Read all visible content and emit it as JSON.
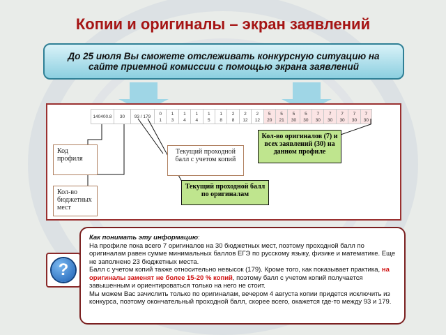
{
  "title": "Копии и оригиналы – экран заявлений",
  "info": "До 25 июля Вы сможете отслеживать конкурсную ситуацию на сайте приемной комиссии с помощью экрана заявлений",
  "strip": {
    "code": "140400.8",
    "places": "30",
    "score": "93 / 179",
    "columns": [
      {
        "top": "0",
        "bottom": "1"
      },
      {
        "top": "1",
        "bottom": "3"
      },
      {
        "top": "1",
        "bottom": "4"
      },
      {
        "top": "1",
        "bottom": "4"
      },
      {
        "top": "1",
        "bottom": "5"
      },
      {
        "top": "1",
        "bottom": "8"
      },
      {
        "top": "2",
        "bottom": "8"
      },
      {
        "top": "2",
        "bottom": "12"
      },
      {
        "top": "2",
        "bottom": "12"
      },
      {
        "top": "5",
        "bottom": "20"
      },
      {
        "top": "5",
        "bottom": "21"
      },
      {
        "top": "5",
        "bottom": "30"
      },
      {
        "top": "5",
        "bottom": "30"
      },
      {
        "top": "7",
        "bottom": "30"
      },
      {
        "top": "7",
        "bottom": "30"
      },
      {
        "top": "7",
        "bottom": "30"
      },
      {
        "top": "7",
        "bottom": "30"
      },
      {
        "top": "7",
        "bottom": "30"
      }
    ]
  },
  "labels": {
    "code": "Код профиля",
    "places": "Кол-во бюджетных мест",
    "current_with_copies": "Текущий проходной балл с учетом копий",
    "current_originals": "Текущий проходной балл по оригиналам",
    "originals_count": "Кол-во оригиналов (7) и всех заявлений (30) на данном профиле"
  },
  "help": {
    "heading": "Как понимать эту информацию",
    "colon": ":",
    "p1": "На профиле пока всего 7 оригиналов на 30 бюджетных мест, поэтому проходной балл по оригиналам равен сумме минимальных баллов ЕГЭ по русскому языку, физике и математике. Еще не заполнено 23 бюджетных места.",
    "p2a": "Балл с учетом копий также относительно невысок (179). Кроме того, как показывает практика, ",
    "p2red": "на оригиналы заменят не более 15-20 % копий",
    "p2b": ", поэтому балл с учетом копий получается завышенным и ориентироваться только на него не стоит.",
    "p3": "Мы можем Вас зачислить только по оригиналам, вечером 4 августа копии придется исключить из конкурса, поэтому окончательный проходной балл, скорее всего, окажется где-то между 93 и 179."
  },
  "icon": "question-icon",
  "icon_glyph": "?"
}
